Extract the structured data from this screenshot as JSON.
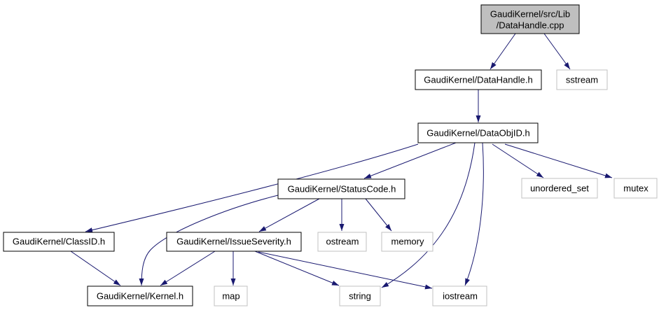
{
  "diagram": {
    "kind": "include-dependency-graph",
    "root_file": "GaudiKernel/src/Lib/DataHandle.cpp"
  },
  "colors": {
    "edge": "#191970",
    "root_fill": "#bfbfbf",
    "internal_border": "#000000",
    "system_border": "#c0c0c0",
    "text": "#000000",
    "background": "#ffffff"
  },
  "graph": {
    "nodes": [
      {
        "id": "DataHandle.cpp",
        "kind": "root",
        "label_lines": [
          "GaudiKernel/src/Lib",
          "/DataHandle.cpp"
        ]
      },
      {
        "id": "DataHandle.h",
        "kind": "internal",
        "label": "GaudiKernel/DataHandle.h"
      },
      {
        "id": "sstream",
        "kind": "system",
        "label": "sstream"
      },
      {
        "id": "DataObjID.h",
        "kind": "internal",
        "label": "GaudiKernel/DataObjID.h"
      },
      {
        "id": "StatusCode.h",
        "kind": "internal",
        "label": "GaudiKernel/StatusCode.h"
      },
      {
        "id": "unordered_set",
        "kind": "system",
        "label": "unordered_set"
      },
      {
        "id": "mutex",
        "kind": "system",
        "label": "mutex"
      },
      {
        "id": "ClassID.h",
        "kind": "internal",
        "label": "GaudiKernel/ClassID.h"
      },
      {
        "id": "IssueSeverity.h",
        "kind": "internal",
        "label": "GaudiKernel/IssueSeverity.h"
      },
      {
        "id": "ostream",
        "kind": "system",
        "label": "ostream"
      },
      {
        "id": "memory",
        "kind": "system",
        "label": "memory"
      },
      {
        "id": "Kernel.h",
        "kind": "internal",
        "label": "GaudiKernel/Kernel.h"
      },
      {
        "id": "map",
        "kind": "system",
        "label": "map"
      },
      {
        "id": "string",
        "kind": "system",
        "label": "string"
      },
      {
        "id": "iostream",
        "kind": "system",
        "label": "iostream"
      }
    ],
    "edges": [
      {
        "from": "DataHandle.cpp",
        "to": "DataHandle.h"
      },
      {
        "from": "DataHandle.cpp",
        "to": "sstream"
      },
      {
        "from": "DataHandle.h",
        "to": "DataObjID.h"
      },
      {
        "from": "DataObjID.h",
        "to": "StatusCode.h"
      },
      {
        "from": "DataObjID.h",
        "to": "ClassID.h"
      },
      {
        "from": "DataObjID.h",
        "to": "string"
      },
      {
        "from": "DataObjID.h",
        "to": "iostream"
      },
      {
        "from": "DataObjID.h",
        "to": "unordered_set"
      },
      {
        "from": "DataObjID.h",
        "to": "mutex"
      },
      {
        "from": "StatusCode.h",
        "to": "IssueSeverity.h"
      },
      {
        "from": "StatusCode.h",
        "to": "Kernel.h"
      },
      {
        "from": "StatusCode.h",
        "to": "ostream"
      },
      {
        "from": "StatusCode.h",
        "to": "memory"
      },
      {
        "from": "ClassID.h",
        "to": "Kernel.h"
      },
      {
        "from": "IssueSeverity.h",
        "to": "Kernel.h"
      },
      {
        "from": "IssueSeverity.h",
        "to": "map"
      },
      {
        "from": "IssueSeverity.h",
        "to": "string"
      },
      {
        "from": "IssueSeverity.h",
        "to": "iostream"
      }
    ]
  }
}
